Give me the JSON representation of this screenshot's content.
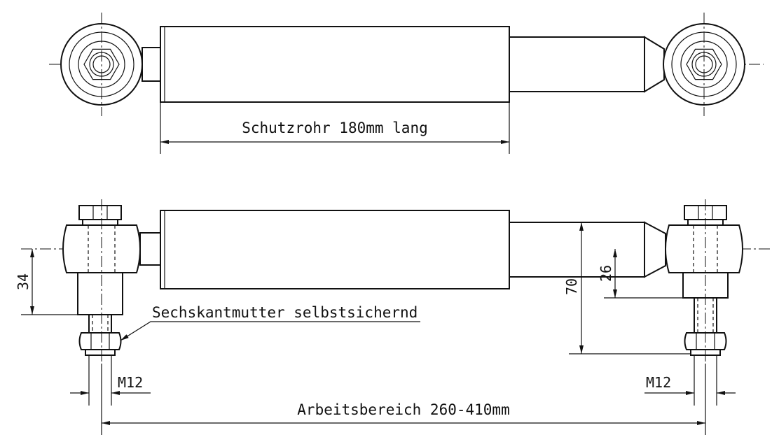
{
  "labels": {
    "schutzrohr": "Schutzrohr 180mm lang",
    "mutter": "Sechskantmutter selbstsichernd",
    "thread_left": "M12",
    "thread_right": "M12",
    "arbeitsbereich": "Arbeitsbereich 260-410mm",
    "dim_34": "34",
    "dim_70": "70",
    "dim_26": "26"
  }
}
